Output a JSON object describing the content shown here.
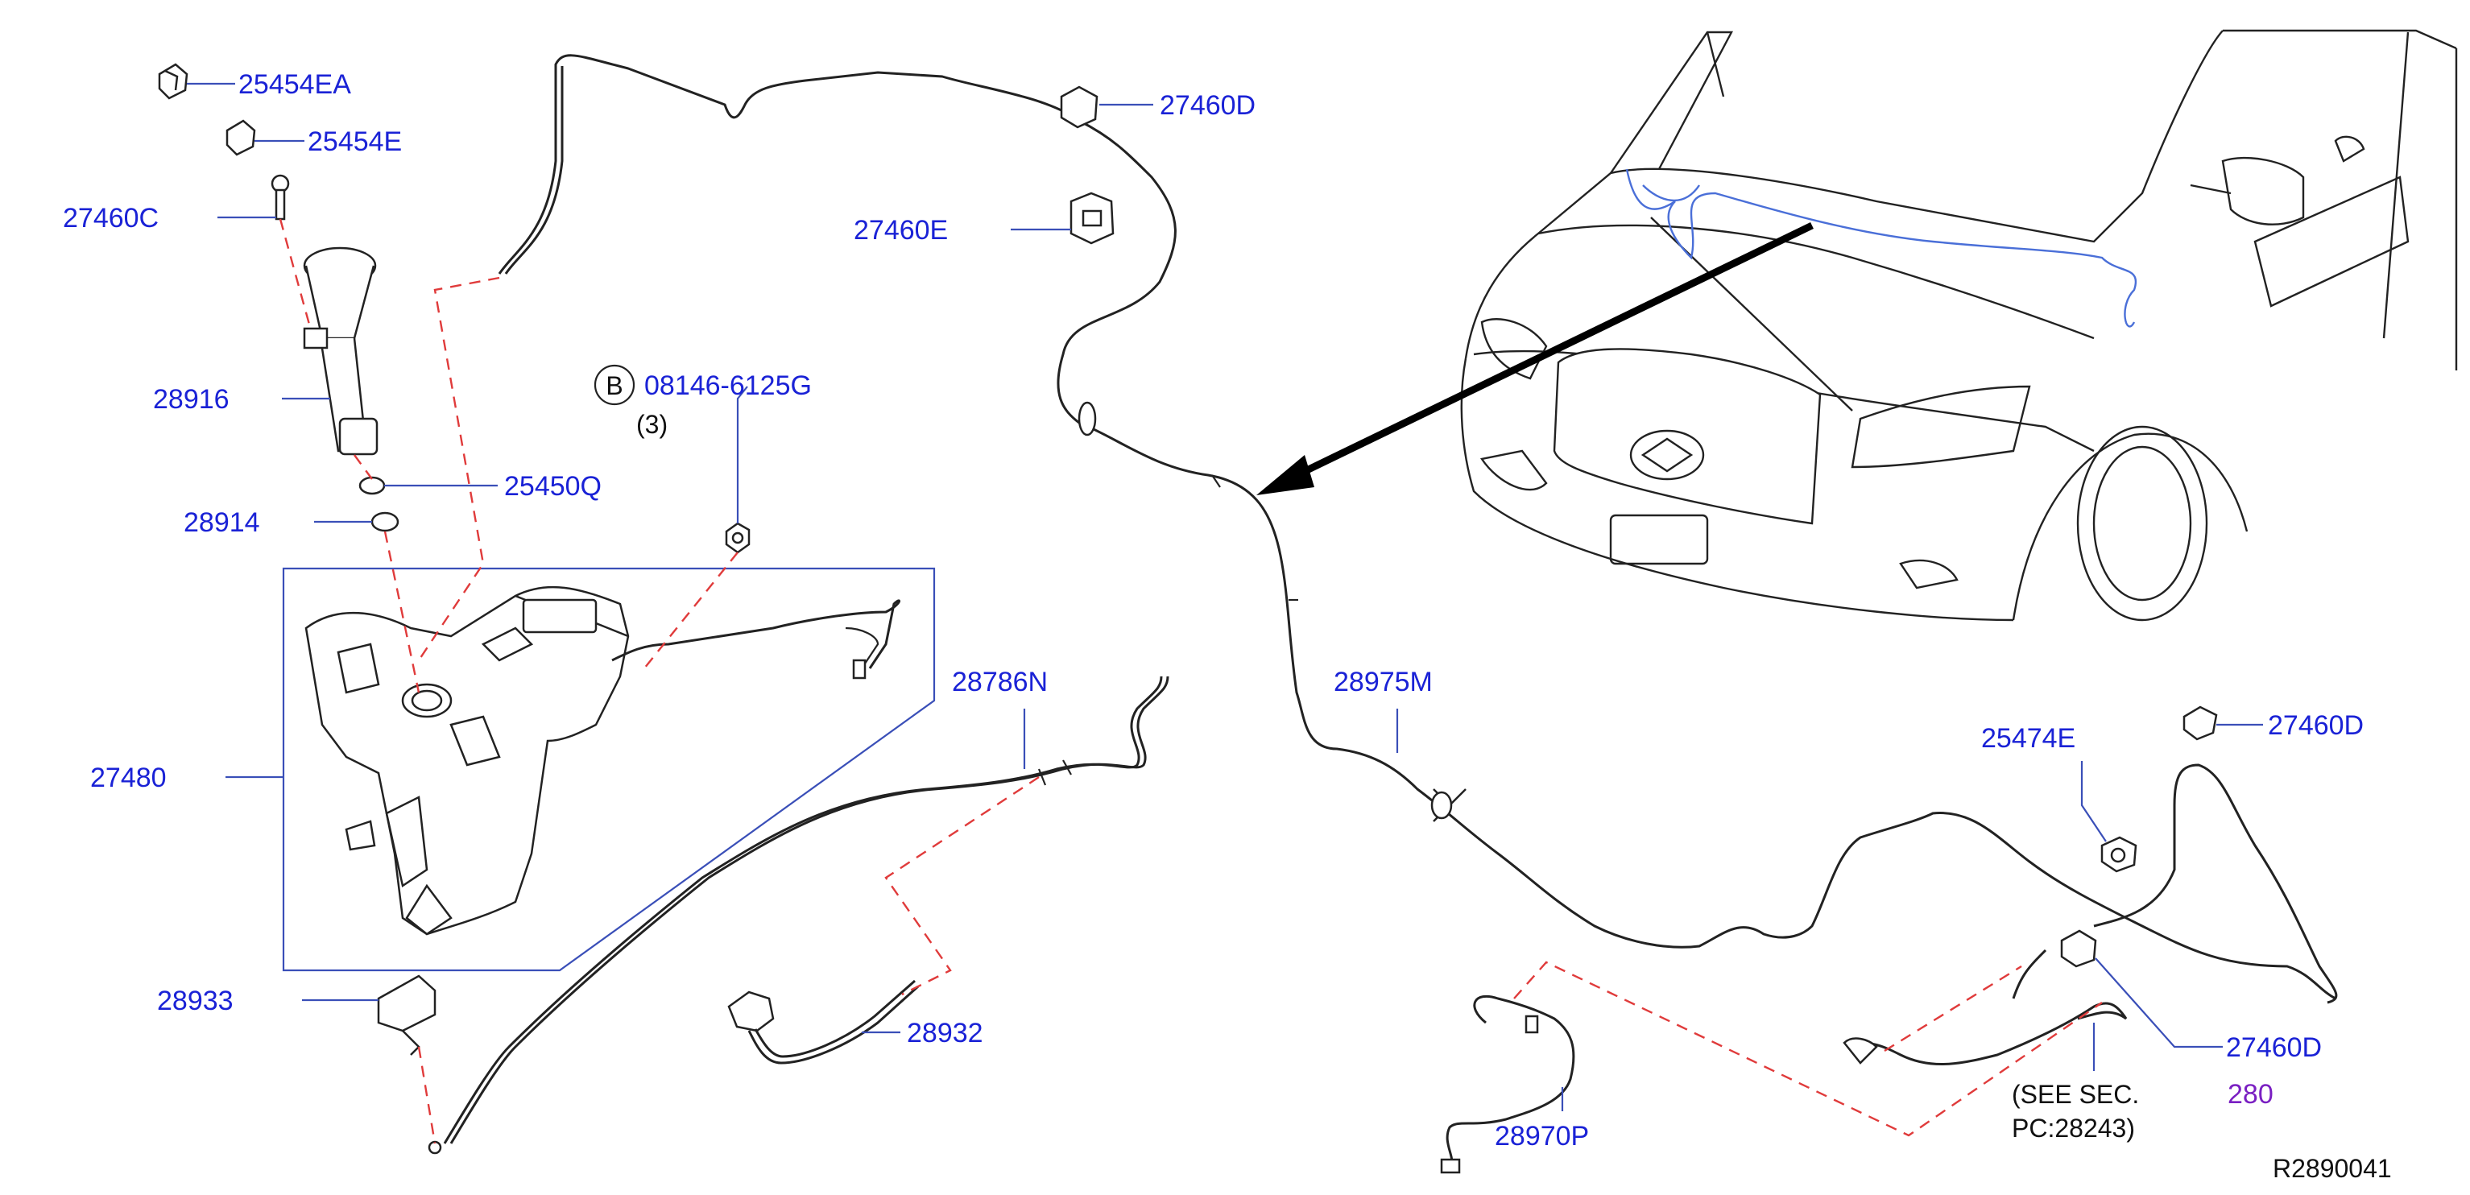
{
  "diagram": {
    "labels": {
      "p25454EA": "25454EA",
      "p25454E": "25454E",
      "p27460C": "27460C",
      "p28916": "28916",
      "p25450Q": "25450Q",
      "p28914": "28914",
      "p27480": "27480",
      "p28933": "28933",
      "p08146": "08146-6125G",
      "p08146_qty": "(3)",
      "p08146_badge": "B",
      "p27460D_top": "27460D",
      "p27460E": "27460E",
      "p28786N": "28786N",
      "p28932": "28932",
      "p28975M": "28975M",
      "p25474E": "25474E",
      "p27460D_right": "27460D",
      "p27460D_lower": "27460D",
      "p28970P": "28970P",
      "see_sec_line1": "(SEE   SEC.",
      "see_sec_num": "280",
      "see_sec_line2": "PC:28243)",
      "ref_code": "R2890041"
    },
    "colors": {
      "label": "#1a22d6",
      "leader": "#3a4fb8",
      "dashed": "#e03b3b",
      "section_ref": "#7a1fc2",
      "line_art": "#222222",
      "car_hose": "#4a6fd8"
    }
  }
}
